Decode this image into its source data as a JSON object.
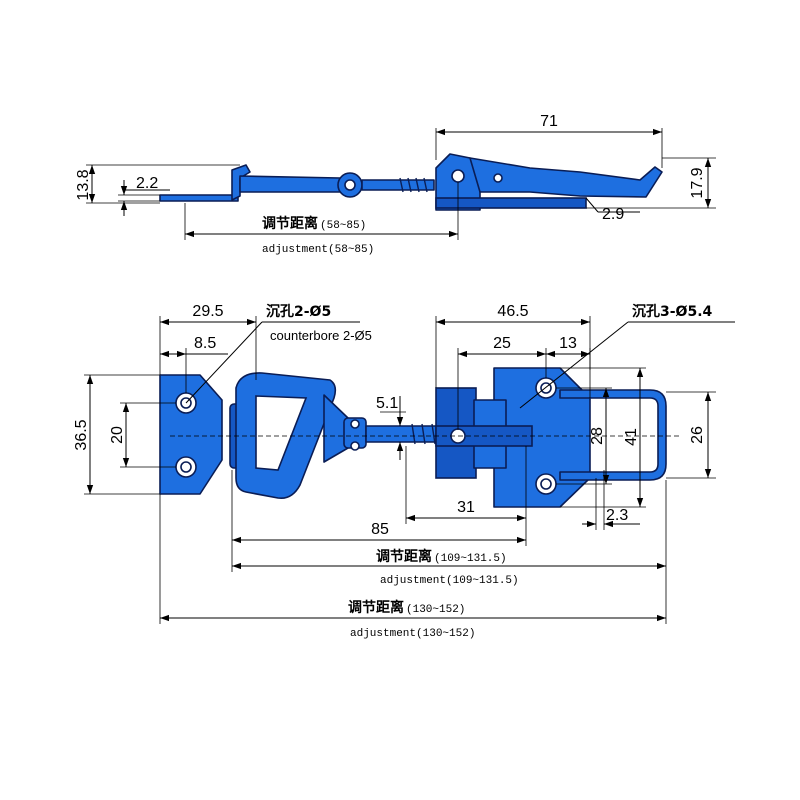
{
  "side_view": {
    "dims": {
      "d71": "71",
      "d13_8": "13.8",
      "d2_2": "2.2",
      "d17_9": "17.9",
      "d2_9": "2.9"
    },
    "adjust_cn": "调节距离",
    "adjust_cn_range": "(58~85)",
    "adjust_en": "adjustment",
    "adjust_en_range": "(58~85)"
  },
  "top_view": {
    "dims": {
      "d29_5": "29.5",
      "d8_5": "8.5",
      "d36_5": "36.5",
      "d20": "20",
      "d5_1": "5.1",
      "d46_5": "46.5",
      "d25": "25",
      "d13": "13",
      "d28": "28",
      "d41": "41",
      "d26": "26",
      "d31": "31",
      "d2_3": "2.3",
      "d85": "85"
    },
    "callout_left_cn": "沉孔2-Ø5",
    "callout_left_en": "counterbore 2-Ø5",
    "callout_right_cn": "沉孔3-Ø5.4",
    "adjust1_cn": "调节距离",
    "adjust1_cn_range": "(109~131.5)",
    "adjust1_en": "adjustment",
    "adjust1_en_range": "(109~131.5)",
    "adjust2_cn": "调节距离",
    "adjust2_cn_range": "(130~152)",
    "adjust2_en": "adjustment",
    "adjust2_en_range": "(130~152)"
  },
  "colors": {
    "part_fill": "#1e6fe0",
    "part_outline": "#0a1d55"
  }
}
